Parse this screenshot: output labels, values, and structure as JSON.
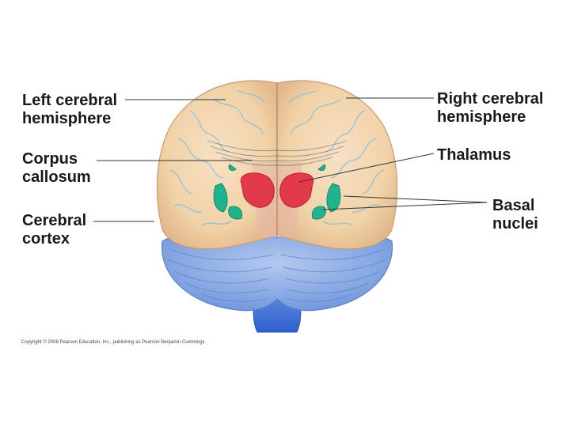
{
  "labels": {
    "left_hemisphere": [
      "Left cerebral",
      "hemisphere"
    ],
    "corpus_callosum": [
      "Corpus",
      "callosum"
    ],
    "cerebral_cortex": [
      "Cerebral",
      "cortex"
    ],
    "right_hemisphere": [
      "Right cerebral",
      "hemisphere"
    ],
    "thalamus": [
      "Thalamus"
    ],
    "basal_nuclei": [
      "Basal",
      "nuclei"
    ]
  },
  "copyright": "Copyright © 2008 Pearson Education, Inc., publishing as Pearson Benjamin Cummings.",
  "colors": {
    "cortex": "#f1d3a8",
    "cortex_edge": "#d4a77d",
    "gyri_lines": "#8fc0dc",
    "cerebellum": "#8fb0e4",
    "brainstem": "#3f72d6",
    "thalamus": "#e2394b",
    "basal_nuclei": "#1fb38e",
    "leader_line": "#333333"
  }
}
